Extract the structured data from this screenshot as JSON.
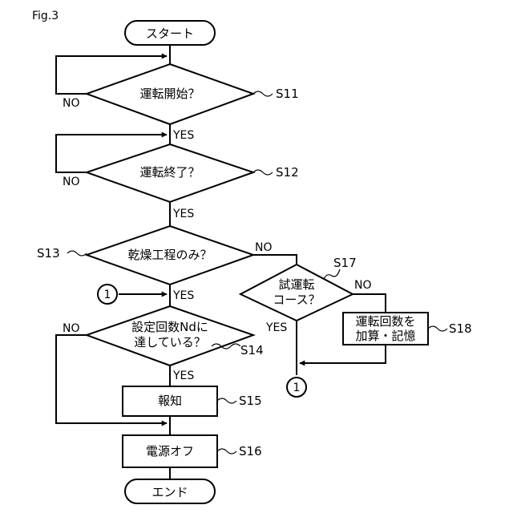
{
  "figure_label": "Fig.3",
  "nodes": {
    "start": "スタート",
    "run_start": "運転開始？",
    "run_end": "運転終了？",
    "dry_only": "乾燥工程のみ？",
    "count_check_1": "設定回数Ndに",
    "count_check_2": "達している？",
    "notify": "報知",
    "power_off": "電源オフ",
    "end": "エンド",
    "trial_course_1": "試運転",
    "trial_course_2": "コース？",
    "add_store_1": "運転回数を",
    "add_store_2": "加算・記憶"
  },
  "steps": {
    "s11": "S11",
    "s12": "S12",
    "s13": "S13",
    "s14": "S14",
    "s15": "S15",
    "s16": "S16",
    "s17": "S17",
    "s18": "S18"
  },
  "branch_labels": {
    "yes": "YES",
    "no": "NO"
  },
  "connector": "1"
}
